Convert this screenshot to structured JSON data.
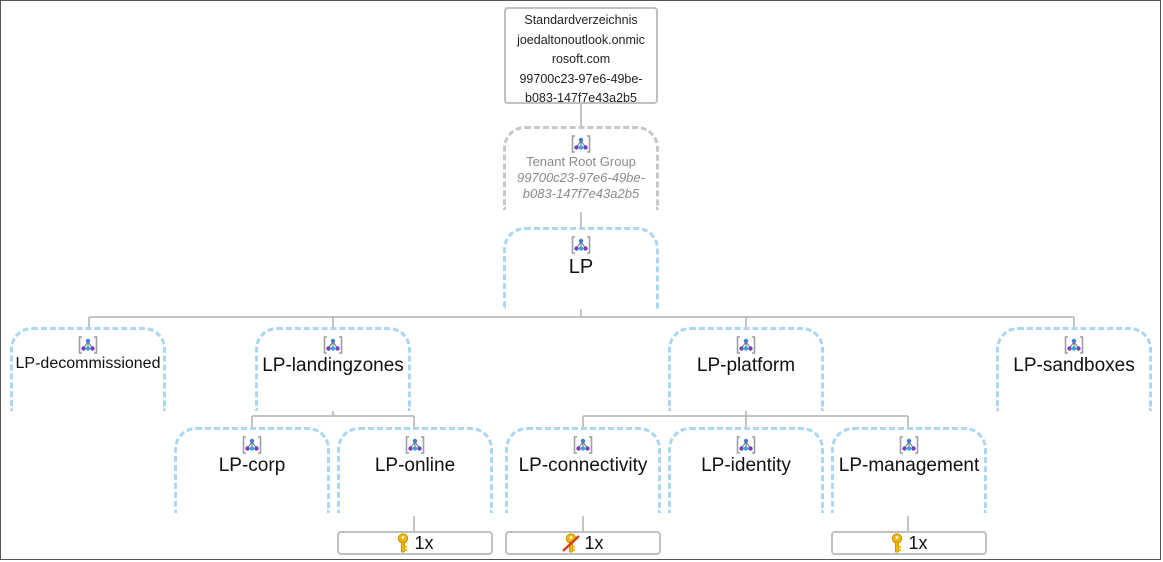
{
  "tenant": {
    "label": "Standardverzeichnis",
    "email_line1": "joedaltonoutlook.onmic",
    "email_line2": "rosoft.com",
    "id_line1": "99700c23-97e6-49be-",
    "id_line2": "b083-147f7e43a2b5"
  },
  "root_group": {
    "name": "Tenant Root Group",
    "id_line1": "99700c23-97e6-49be-",
    "id_line2": "b083-147f7e43a2b5"
  },
  "groups": {
    "lp": "LP",
    "decommissioned": "LP-decommissioned",
    "landingzones": "LP-landingzones",
    "platform": "LP-platform",
    "sandboxes": "LP-sandboxes",
    "corp": "LP-corp",
    "online": "LP-online",
    "connectivity": "LP-connectivity",
    "identity": "LP-identity",
    "management": "LP-management"
  },
  "resources": {
    "online": {
      "count": "1x",
      "icon": "key-icon"
    },
    "connectivity": {
      "count": "1x",
      "icon": "key-icon"
    },
    "management": {
      "count": "1x",
      "icon": "key-icon"
    }
  },
  "colors": {
    "group_border": "#aad8f4",
    "root_border": "#c8c8c8",
    "connector": "#b0b0b0",
    "key": "#f2b705"
  }
}
